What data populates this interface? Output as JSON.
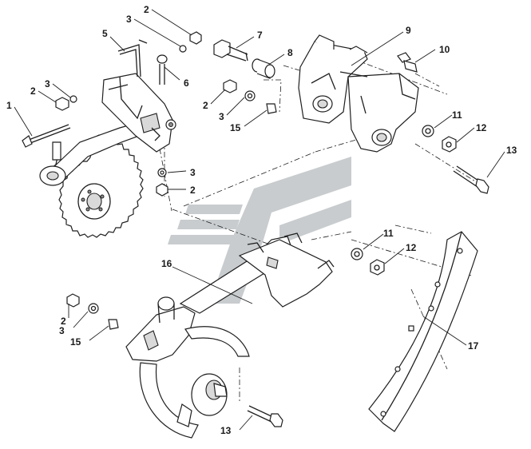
{
  "diagram": {
    "callouts": [
      {
        "id": "c1",
        "text": "1"
      },
      {
        "id": "c2a",
        "text": "2"
      },
      {
        "id": "c2b",
        "text": "2"
      },
      {
        "id": "c2c",
        "text": "2"
      },
      {
        "id": "c2d",
        "text": "2"
      },
      {
        "id": "c2e",
        "text": "2"
      },
      {
        "id": "c3a",
        "text": "3"
      },
      {
        "id": "c3b",
        "text": "3"
      },
      {
        "id": "c3c",
        "text": "3"
      },
      {
        "id": "c3d",
        "text": "3"
      },
      {
        "id": "c3e",
        "text": "3"
      },
      {
        "id": "c5",
        "text": "5"
      },
      {
        "id": "c6",
        "text": "6"
      },
      {
        "id": "c7",
        "text": "7"
      },
      {
        "id": "c8",
        "text": "8"
      },
      {
        "id": "c9",
        "text": "9"
      },
      {
        "id": "c10",
        "text": "10"
      },
      {
        "id": "c11a",
        "text": "11"
      },
      {
        "id": "c11b",
        "text": "11"
      },
      {
        "id": "c12a",
        "text": "12"
      },
      {
        "id": "c12b",
        "text": "12"
      },
      {
        "id": "c13a",
        "text": "13"
      },
      {
        "id": "c13b",
        "text": "13"
      },
      {
        "id": "c15a",
        "text": "15"
      },
      {
        "id": "c15b",
        "text": "15"
      },
      {
        "id": "c16",
        "text": "16"
      },
      {
        "id": "c17",
        "text": "17"
      }
    ],
    "watermark_color": "#b9bdbf",
    "line_color": "#1f1f1f"
  }
}
